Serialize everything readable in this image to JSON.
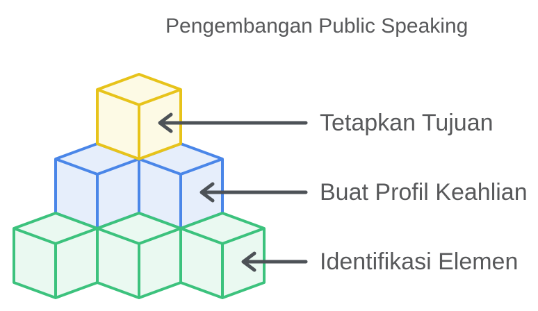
{
  "title": "Pengembangan Public Speaking",
  "colors": {
    "background": "#ffffff",
    "text": "#58595b",
    "arrow": "#4d5257"
  },
  "pyramid": {
    "rows": [
      {
        "label": "Tetapkan Tujuan",
        "cubes": 1,
        "stroke": "#e7c31a",
        "fill": "#fdfae5"
      },
      {
        "label": "Buat Profil Keahlian",
        "cubes": 2,
        "stroke": "#4a86e8",
        "fill": "#e6eefb"
      },
      {
        "label": "Identifikasi Elemen",
        "cubes": 3,
        "stroke": "#3cc27d",
        "fill": "#eaf9f1"
      }
    ]
  }
}
